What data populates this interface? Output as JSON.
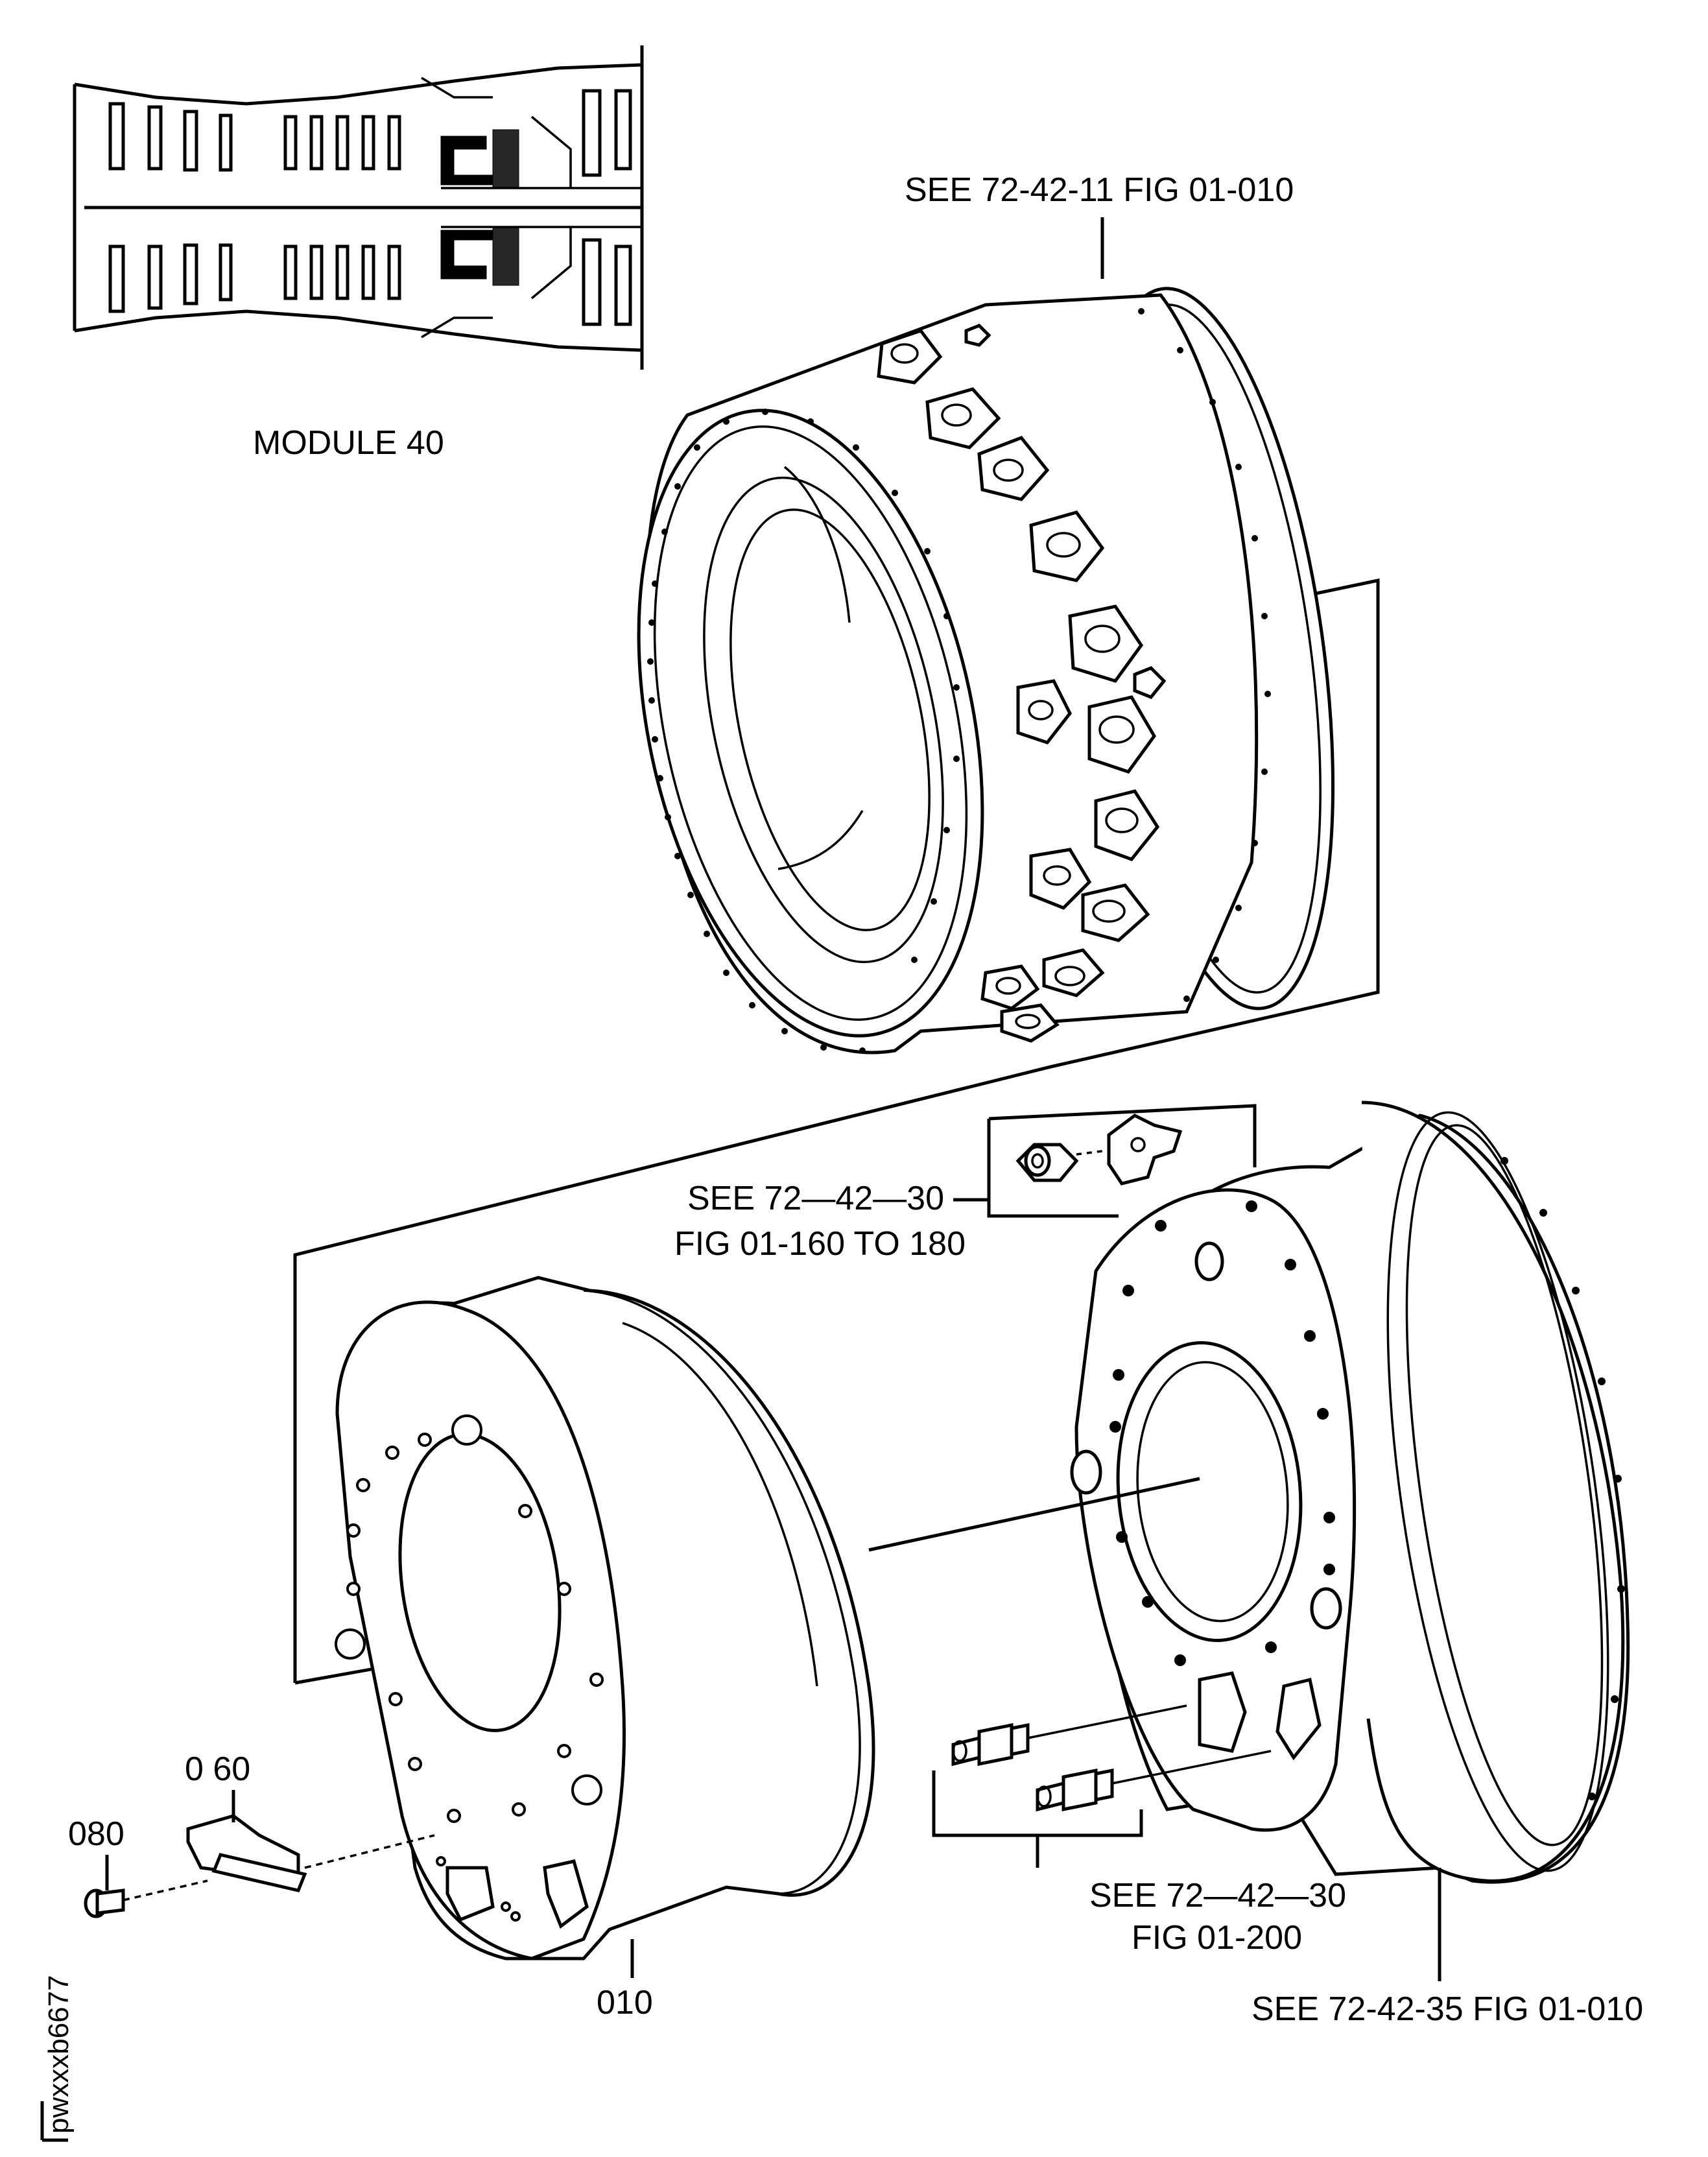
{
  "labels": {
    "module": "MODULE 40",
    "see_top": "SEE 72-42-11 FIG 01-010",
    "see_mid_line1": "SEE  72—42—30",
    "see_mid_line2": "FIG 01-160 TO 180",
    "see_bot_line1": "SEE 72—42—30",
    "see_bot_line2": "FIG 01-200",
    "see_bot_right": "SEE 72-42-35 FIG 01-010",
    "item_010": "010",
    "item_060": "0 60",
    "item_080": "080",
    "drawing_id": "pwxxxb6677"
  }
}
